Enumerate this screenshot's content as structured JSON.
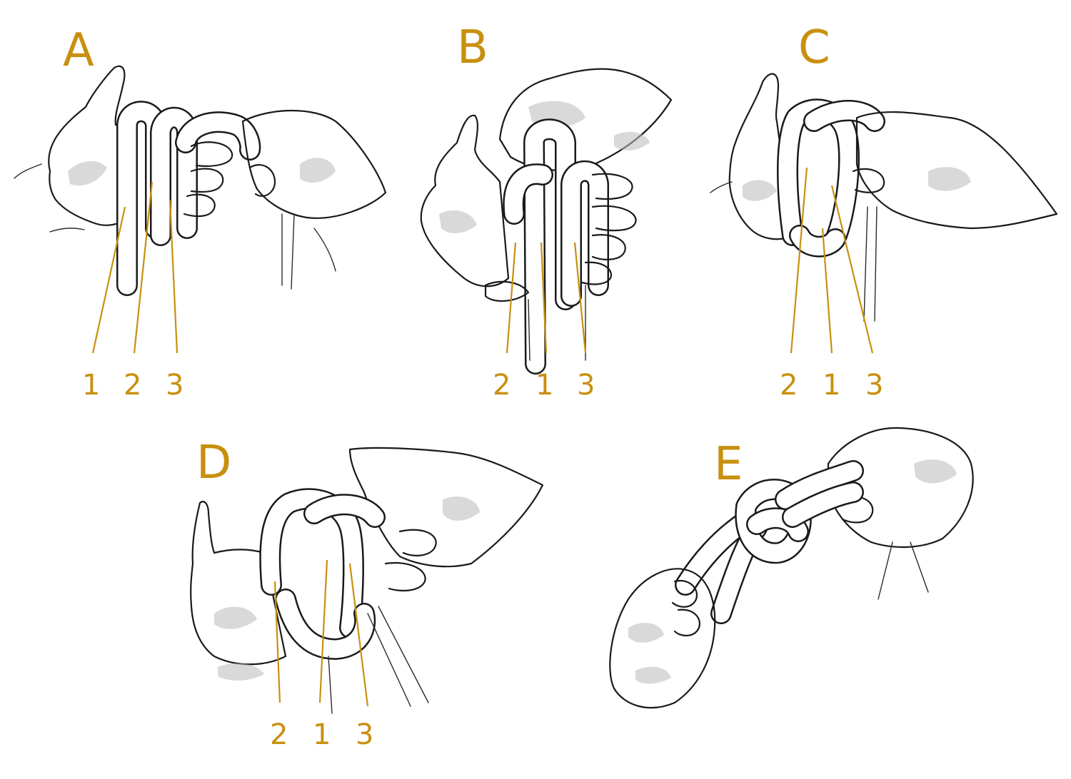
{
  "colors": {
    "accent": "#c8900f",
    "ink": "#1a1a1a",
    "background": "#ffffff"
  },
  "panels": [
    {
      "letter": "A",
      "labels": [
        "1",
        "2",
        "3"
      ]
    },
    {
      "letter": "B",
      "labels": [
        "2",
        "1",
        "3"
      ]
    },
    {
      "letter": "C",
      "labels": [
        "2",
        "1",
        "3"
      ]
    },
    {
      "letter": "D",
      "labels": [
        "2",
        "1",
        "3"
      ]
    },
    {
      "letter": "E",
      "labels": []
    }
  ]
}
